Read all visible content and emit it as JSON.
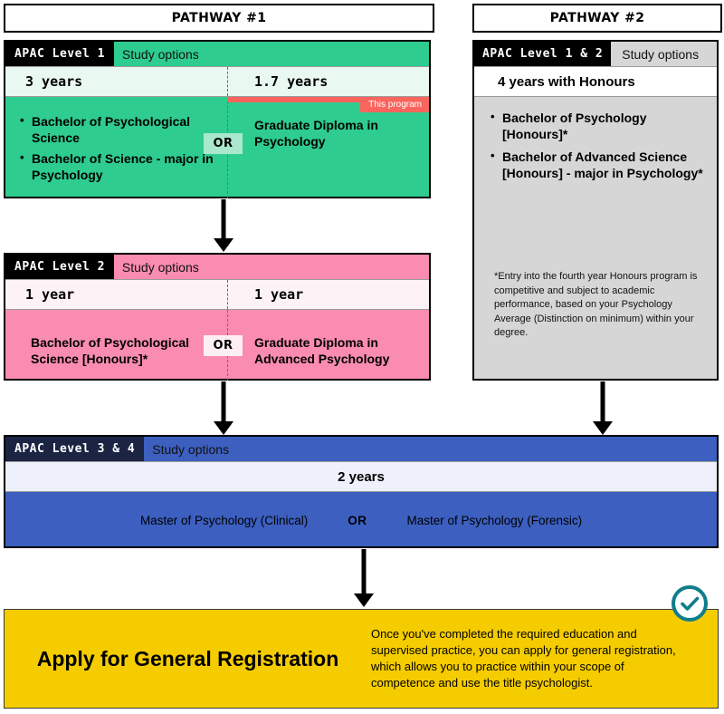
{
  "pathways": {
    "one": {
      "title": "PATHWAY #1"
    },
    "two": {
      "title": "PATHWAY #2"
    }
  },
  "study_options_label": "Study options",
  "or_label": "OR",
  "badge": {
    "this_program": "This program"
  },
  "level1": {
    "tag": "APAC Level 1",
    "study_options": "Study options",
    "years_left": "3 years",
    "years_right": "1.7 years",
    "options_left": [
      "Bachelor of Psychological Science",
      "Bachelor of Science - major in Psychology"
    ],
    "option_right": "Graduate Diploma in Psychology",
    "or": "OR",
    "color": "#2ecc8f",
    "years_bg": "#e9f9f1"
  },
  "level2": {
    "tag": "APAC Level 2",
    "study_options": "Study options",
    "years_left": "1 year",
    "years_right": "1 year",
    "option_left": "Bachelor of Psychological Science [Honours]*",
    "option_right": "Graduate Diploma in Advanced Psychology",
    "or": "OR",
    "color": "#f98cb0",
    "years_bg": "#fdf3f6"
  },
  "level34": {
    "tag": "APAC Level 3 & 4",
    "study_options": "Study options",
    "years": "2 years",
    "option_left": "Master of Psychology (Clinical)",
    "option_right": "Master of Psychology (Forensic)",
    "or": "OR",
    "color": "#3c5fc0",
    "years_bg": "#eef1fb"
  },
  "pathway2_block": {
    "tag": "APAC Level 1 & 2",
    "study_options": "Study options",
    "years": "4 years with Honours",
    "options": [
      "Bachelor of Psychology [Honours]*",
      "Bachelor of Advanced Science [Honours] - major in Psychology*"
    ],
    "note": "*Entry into the fourth year Honours program is competitive and subject to academic performance, based on your Psychology Average (Distinction on minimum) within your degree.",
    "color": "#d6d6d6"
  },
  "apply": {
    "headline": "Apply for General Registration",
    "copy": "Once you've completed the required education and supervised practice, you can apply for general registration, which allows you to practice within your scope of competence and use the title psychologist.",
    "color": "#f5cc00",
    "check_color": "#0f7d8c"
  }
}
